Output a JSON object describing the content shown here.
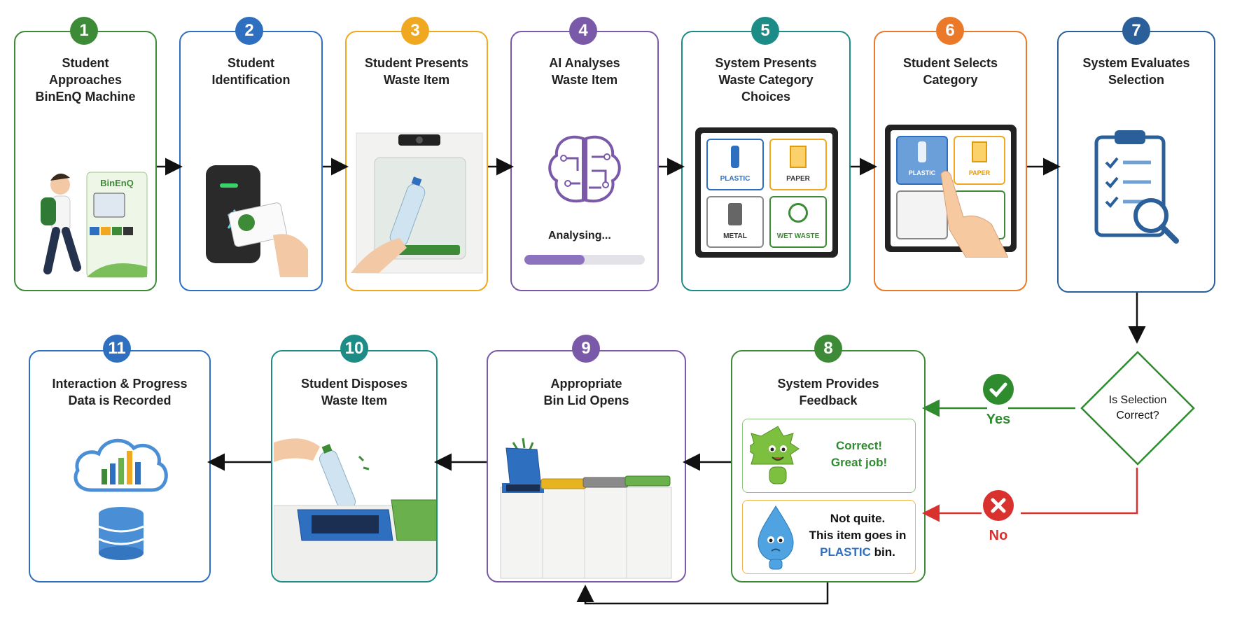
{
  "colors": {
    "green": "#3d8b37",
    "blue": "#2f6fc0",
    "amber": "#f0a820",
    "purple": "#7a5aa8",
    "teal": "#1e8c86",
    "orange": "#ea7a2a",
    "navy": "#2a5f99",
    "red": "#d8312e",
    "yes_green": "#2e8b2e"
  },
  "steps": [
    {
      "num": "1",
      "title": "Student\nApproaches\nBinEnQ Machine",
      "icon": "student-walking-to-machine"
    },
    {
      "num": "2",
      "title": "Student\nIdentification",
      "icon": "id-card-reader"
    },
    {
      "num": "3",
      "title": "Student Presents\nWaste Item",
      "icon": "bottle-under-camera"
    },
    {
      "num": "4",
      "title": "AI Analyses\nWaste Item",
      "icon": "brain-circuit"
    },
    {
      "num": "5",
      "title": "System Presents\nWaste Category\nChoices",
      "icon": "category-screen"
    },
    {
      "num": "6",
      "title": "Student Selects\nCategory",
      "icon": "touch-selection"
    },
    {
      "num": "7",
      "title": "System Evaluates\nSelection",
      "icon": "clipboard-magnifier"
    },
    {
      "num": "8",
      "title": "System Provides\nFeedback",
      "icon": "feedback-mascots"
    },
    {
      "num": "9",
      "title": "Appropriate\nBin Lid Opens",
      "icon": "bins-lid-open"
    },
    {
      "num": "10",
      "title": "Student Disposes\nWaste Item",
      "icon": "bottle-into-bin"
    },
    {
      "num": "11",
      "title": "Interaction & Progress\nData is Recorded",
      "icon": "cloud-database"
    }
  ],
  "machine_logo": "BinEnQ",
  "analysing_text": "Analysing...",
  "analysis_progress": 0.5,
  "categories": [
    "PLASTIC",
    "PAPER",
    "METAL",
    "WET WASTE"
  ],
  "selected_category": "PLASTIC",
  "decision": {
    "question": "Is Selection\nCorrect?",
    "yes": "Yes",
    "no": "No"
  },
  "feedback": {
    "correct": "Correct!\nGreat job!",
    "incorrect_line1": "Not quite.",
    "incorrect_line2": "This item goes in",
    "incorrect_bin": "PLASTIC",
    "incorrect_suffix": "bin."
  }
}
